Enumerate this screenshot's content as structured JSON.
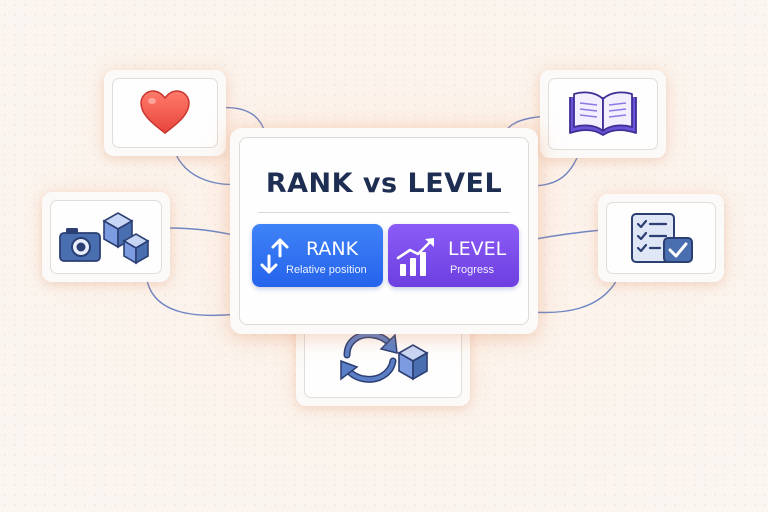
{
  "title": "RANK vs LEVEL",
  "rank": {
    "label": "RANK",
    "subtitle": "Relative position",
    "color": "#2f74f5"
  },
  "level": {
    "label": "LEVEL",
    "subtitle": "Progress",
    "color": "#7c4deb"
  },
  "satellites": [
    {
      "icon": "heart-icon"
    },
    {
      "icon": "camera-cubes-icon"
    },
    {
      "icon": "sync-cube-icon"
    },
    {
      "icon": "open-book-icon"
    },
    {
      "icon": "checklist-icon"
    }
  ],
  "colors": {
    "navy": "#1e2d52",
    "connector": "#6e86c4",
    "glow": "#ffb07a"
  }
}
